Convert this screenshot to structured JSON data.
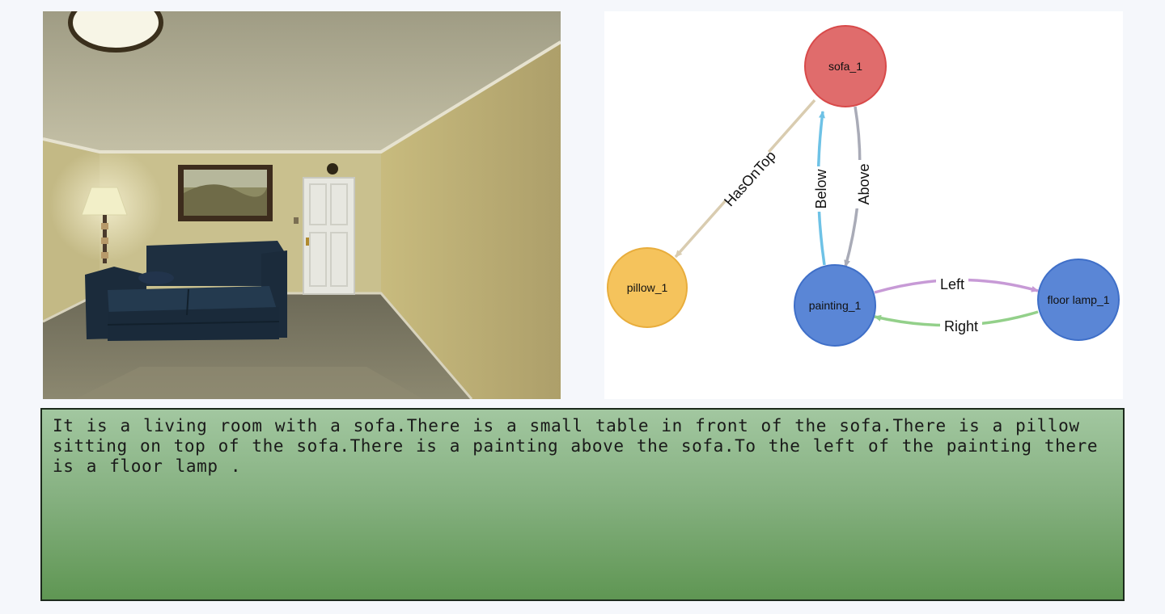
{
  "scene_view": {
    "icon": "living-room-render"
  },
  "scene_graph": {
    "nodes": [
      {
        "id": "sofa",
        "label": "sofa_1",
        "color": "#e06c6c",
        "stroke": "#d84a4a"
      },
      {
        "id": "pillow",
        "label": "pillow_1",
        "color": "#f5c35c",
        "stroke": "#e8ad3c"
      },
      {
        "id": "painting",
        "label": "painting_1",
        "color": "#5a86d6",
        "stroke": "#3f6fc8"
      },
      {
        "id": "lamp",
        "label": "floor lamp_1",
        "color": "#5a86d6",
        "stroke": "#3f6fc8"
      }
    ],
    "edges": [
      {
        "from": "sofa",
        "to": "pillow",
        "label": "HasOnTop",
        "color": "#d9ccb0"
      },
      {
        "from": "painting",
        "to": "sofa",
        "label": "Below",
        "color": "#6ec2e6"
      },
      {
        "from": "sofa",
        "to": "painting",
        "label": "Above",
        "color": "#a9abb7"
      },
      {
        "from": "painting",
        "to": "lamp",
        "label": "Left",
        "color": "#c79ad6"
      },
      {
        "from": "lamp",
        "to": "painting",
        "label": "Right",
        "color": "#93d08a"
      }
    ]
  },
  "description": {
    "text": "It is a living room with a sofa.There is a small table in front of the sofa.There is a pillow sitting on top of the sofa.There is a painting above the sofa.To the left of the painting there is a floor lamp ."
  }
}
